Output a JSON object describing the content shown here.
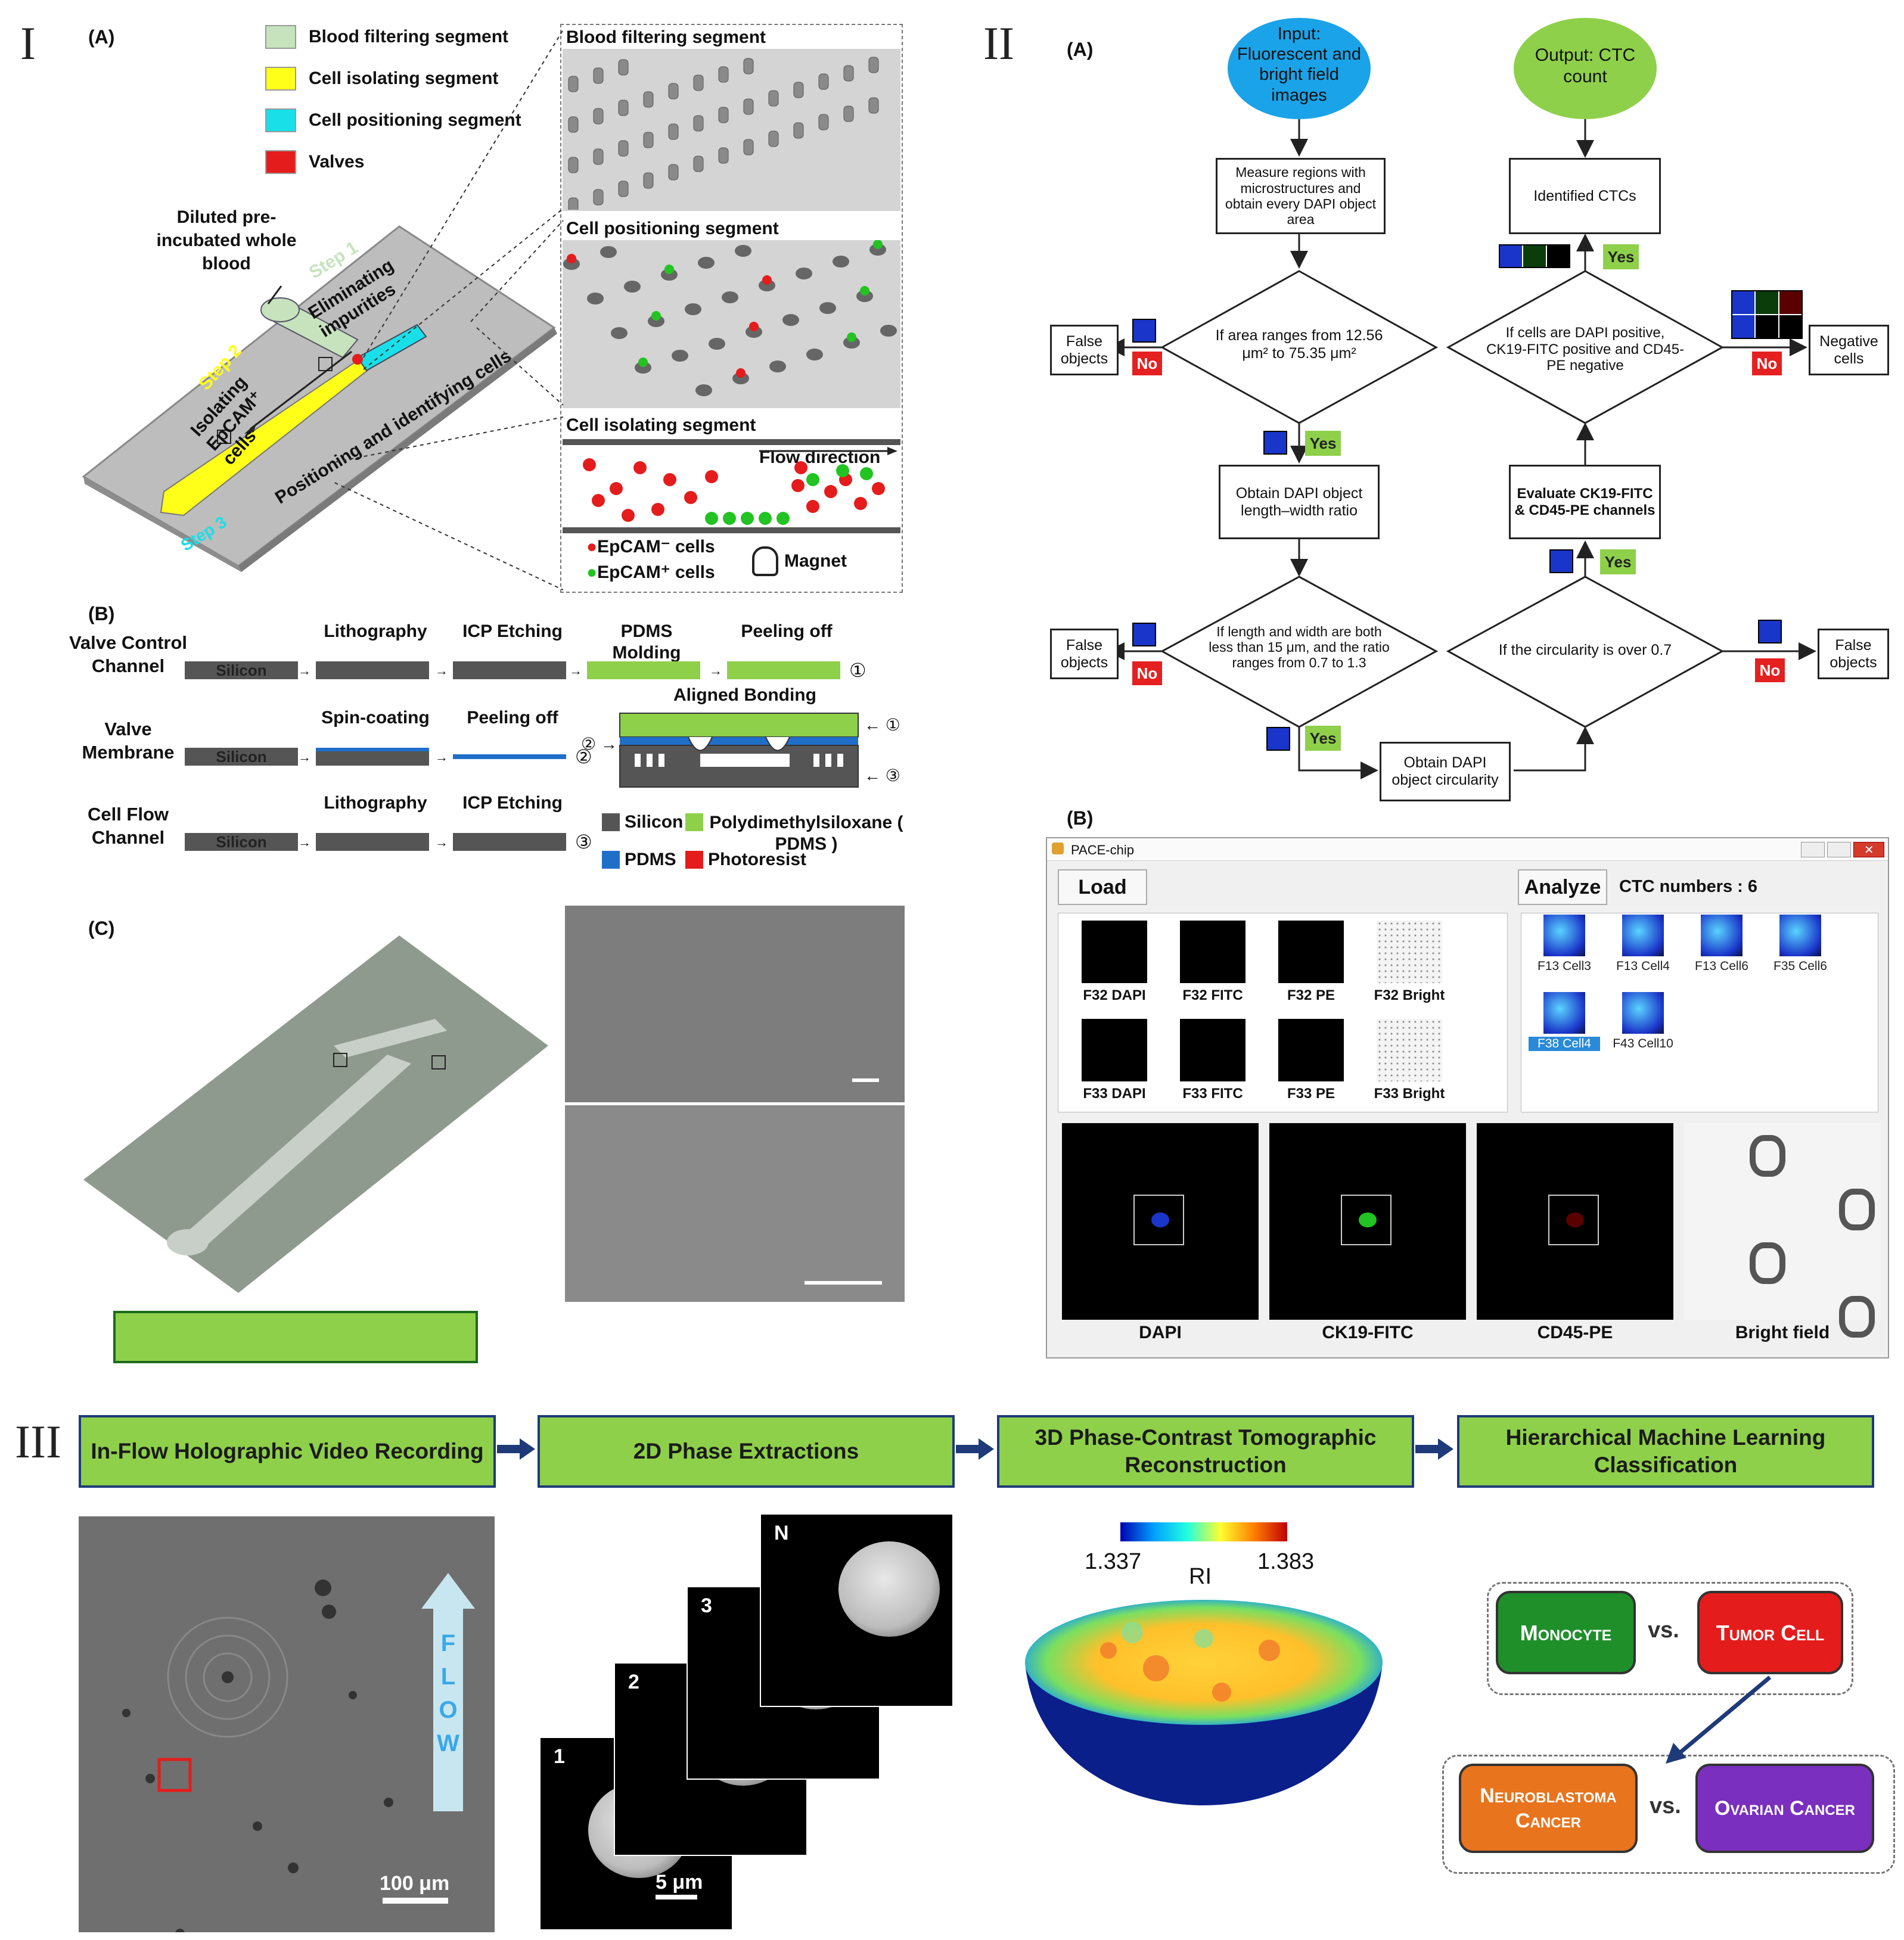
{
  "panel_I": {
    "roman": "I",
    "a_label": "(A)",
    "legend": [
      {
        "label": "Blood filtering segment",
        "color": "#c6e3bd"
      },
      {
        "label": "Cell isolating segment",
        "color": "#ffff1a"
      },
      {
        "label": "Cell positioning segment",
        "color": "#19dfe8"
      },
      {
        "label": "Valves",
        "color": "#e51c1c"
      }
    ],
    "blood_caption": "Diluted pre-incubated whole blood",
    "step1": "Step 1",
    "step1_text": "Eliminating impurities",
    "step2": "Step 2",
    "step2_text": "Isolating EpCAM⁺ cells",
    "step3": "Step 3",
    "step3_text": "Positioning and identifying cells",
    "inset1": "Blood filtering segment",
    "inset2": "Cell positioning segment",
    "inset3": "Cell isolating segment",
    "flow_direction": "Flow direction",
    "epcam_neg": "EpCAM⁻ cells",
    "epcam_pos": "EpCAM⁺ cells",
    "magnet": "Magnet",
    "b_label": "(B)",
    "rows": [
      {
        "name": "Valve Control Channel",
        "silicon": "Silicon",
        "steps": [
          "Lithography",
          "ICP Etching",
          "PDMS Molding",
          "Peeling off"
        ],
        "num": "①"
      },
      {
        "name": "Valve Membrane",
        "silicon": "Silicon",
        "steps": [
          "Spin-coating",
          "Peeling off"
        ],
        "num": "②"
      },
      {
        "name": "Cell Flow Channel",
        "silicon": "Silicon",
        "steps": [
          "Lithography",
          "ICP Etching"
        ],
        "num": "③"
      }
    ],
    "aligned_bonding": "Aligned Bonding",
    "bond_nums": [
      "①",
      "②",
      "③"
    ],
    "mat_legend": [
      {
        "label": "Silicon",
        "color": "#555555"
      },
      {
        "label": "Polydimethylsiloxane ( PDMS )",
        "color": "#8ed04a"
      },
      {
        "label": "PDMS",
        "color": "#1f6fc9"
      },
      {
        "label": "Photoresist",
        "color": "#e51c1c"
      }
    ],
    "c_label": "(C)"
  },
  "panel_II": {
    "roman": "II",
    "a_label": "(A)",
    "input": "Input: Fluorescent and bright field images",
    "output": "Output: CTC count",
    "measure": "Measure regions with microstructures and obtain every DAPI object area",
    "d1": "If area ranges from 12.56 μm² to 75.35 μm²",
    "lw": "Obtain DAPI object length–width ratio",
    "d2": "If length and width are both less than 15 μm, and the ratio ranges from 0.7 to 1.3",
    "circ": "Obtain DAPI object circularity",
    "d3": "If the circularity is over 0.7",
    "evaluate": "Evaluate CK19-FITC & CD45-PE channels",
    "d4": "If cells are DAPI positive, CK19-FITC positive and CD45-PE negative",
    "identified": "Identified CTCs",
    "false_objects": "False objects",
    "negative_cells": "Negative cells",
    "yes": "Yes",
    "no": "No",
    "b_label": "(B)",
    "window_title": "PACE-chip",
    "load": "Load",
    "analyze": "Analyze",
    "ctc_numbers": "CTC numbers : 6",
    "thumbs": [
      "F32 DAPI",
      "F32 FITC",
      "F32 PE",
      "F32 Bright",
      "F33 DAPI",
      "F33 FITC",
      "F33 PE",
      "F33 Bright"
    ],
    "cells": [
      "F13 Cell3",
      "F13 Cell4",
      "F13 Cell6",
      "F35 Cell6",
      "F38 Cell4",
      "F43 Cell10"
    ],
    "channels": [
      "DAPI",
      "CK19-FITC",
      "CD45-PE",
      "Bright field"
    ]
  },
  "panel_III": {
    "roman": "III",
    "stages": [
      "In-Flow Holographic Video Recording",
      "2D Phase Extractions",
      "3D Phase-Contrast Tomographic Reconstruction",
      "Hierarchical Machine Learning Classification"
    ],
    "flow_word": "FLOW",
    "scale1": "100 μm",
    "frame_labels": [
      "1",
      "2",
      "3",
      "N"
    ],
    "scale2": "5 μm",
    "ri_min": "1.337",
    "ri_max": "1.383",
    "ri_label": "RI",
    "classes": {
      "monocyte": "Monocyte",
      "tumor": "Tumor Cell",
      "neuro": "Neuroblastoma Cancer",
      "ovarian": "Ovarian Cancer",
      "vs": "vs."
    }
  }
}
